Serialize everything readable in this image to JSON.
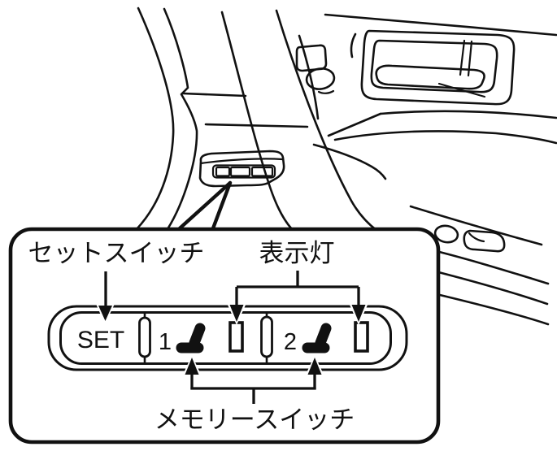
{
  "page": {
    "background_color": "#ffffff",
    "line_color": "#111111"
  },
  "illustration": {
    "scene": "driver-door-interior-line-art",
    "parts": [
      "a-pillar-trim",
      "inside-door-handle",
      "door-lock-button",
      "lock-knob",
      "armrest",
      "window-switches",
      "seat-memory-switch-location"
    ]
  },
  "callout": {
    "set_switch_label": "セットスイッチ",
    "indicator_label": "表示灯",
    "memory_switch_label": "メモリースイッチ",
    "panel": {
      "set_button_label": "SET",
      "memory_button_1": "1",
      "memory_button_2": "2",
      "seat_icon": "seat-silhouette",
      "indicator_count": 2
    }
  }
}
